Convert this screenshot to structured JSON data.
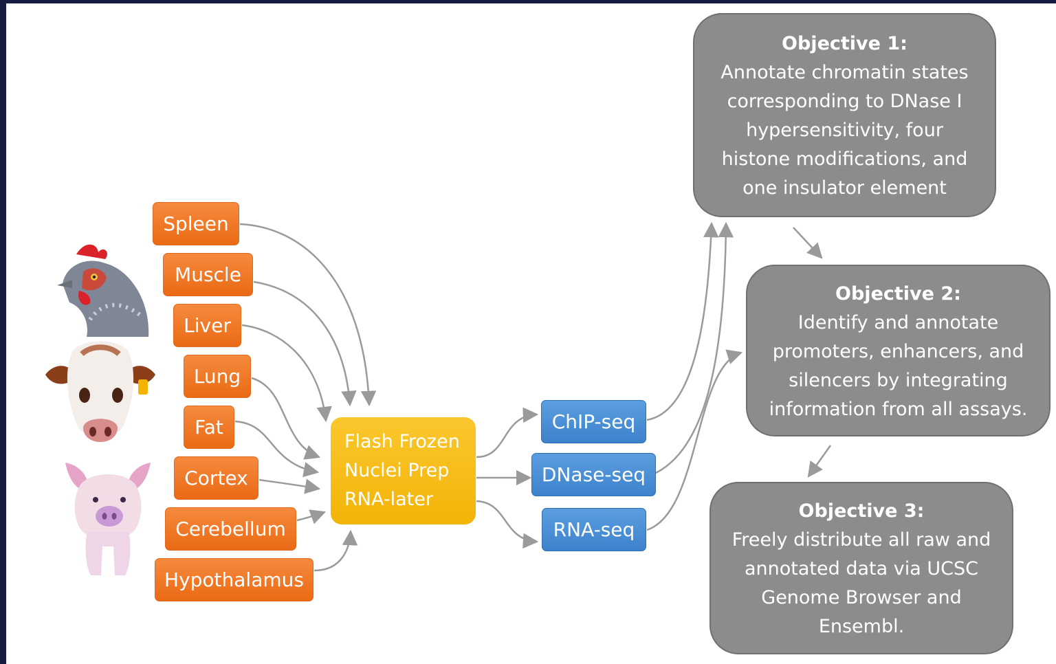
{
  "tissues": [
    "Spleen",
    "Muscle",
    "Liver",
    "Lung",
    "Fat",
    "Cortex",
    "Cerebellum",
    "Hypothalamus"
  ],
  "hub": [
    "Flash Frozen",
    "Nuclei Prep",
    "RNA-later"
  ],
  "assays": [
    "ChIP-seq",
    "DNase-seq",
    "RNA-seq"
  ],
  "objectives": [
    {
      "title": "Objective 1:",
      "body": "Annotate chromatin states corresponding to DNase I hypersensitivity, four histone modifications, and one insulator element"
    },
    {
      "title": "Objective 2:",
      "body": "Identify and annotate promoters, enhancers, and silencers by integrating information from all assays."
    },
    {
      "title": "Objective 3:",
      "body": "Freely distribute all raw and annotated data via UCSC Genome Browser and Ensembl."
    }
  ],
  "animals": [
    "chicken",
    "cow",
    "pig"
  ],
  "colors": {
    "tissue": "#ed7422",
    "hub": "#f7bd14",
    "assay": "#4a90d9",
    "objective": "#8c8c8c",
    "arrow": "#9a9a9a",
    "frame": "#141d3f"
  }
}
